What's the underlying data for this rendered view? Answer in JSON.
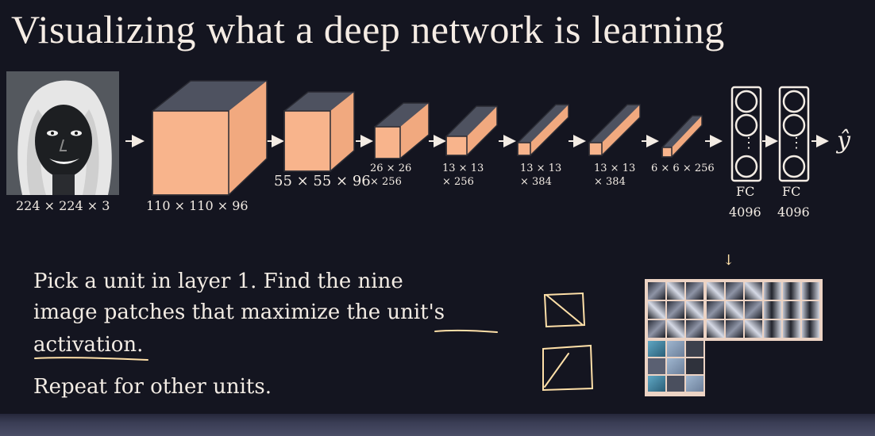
{
  "title": "Visualizing what a deep network is learning",
  "network": {
    "input_label": "224 × 224 × 3",
    "layers": [
      {
        "dims": "110 × 110 × 96"
      },
      {
        "dims": "55 × 55 × 96"
      },
      {
        "dims_line1": "26 × 26",
        "dims_line2": "× 256"
      },
      {
        "dims_line1": "13 × 13",
        "dims_line2": "× 256"
      },
      {
        "dims_line1": "13 × 13",
        "dims_line2": "× 384"
      },
      {
        "dims_line1": "13 × 13",
        "dims_line2": "× 384"
      },
      {
        "dims": "6 × 6 × 256"
      }
    ],
    "fc_layers": [
      {
        "type": "FC",
        "units": "4096"
      },
      {
        "type": "FC",
        "units": "4096"
      }
    ],
    "output": "ŷ",
    "vertical_dots": "⋮"
  },
  "body": {
    "line1": "Pick a unit in layer 1. Find the nine",
    "line2_prefix": "image patches that maximize the ",
    "line2_underlined": "unit's",
    "line3": "activation.",
    "line4": "Repeat for other units."
  },
  "annotation_arrow": "↓",
  "colors": {
    "background": "#141520",
    "cube_face": "#f8b48c",
    "cube_top": "#4e5260",
    "cube_side": "#f1a97f",
    "text": "#f3ece4",
    "handwriting": "#ffe0a8"
  }
}
